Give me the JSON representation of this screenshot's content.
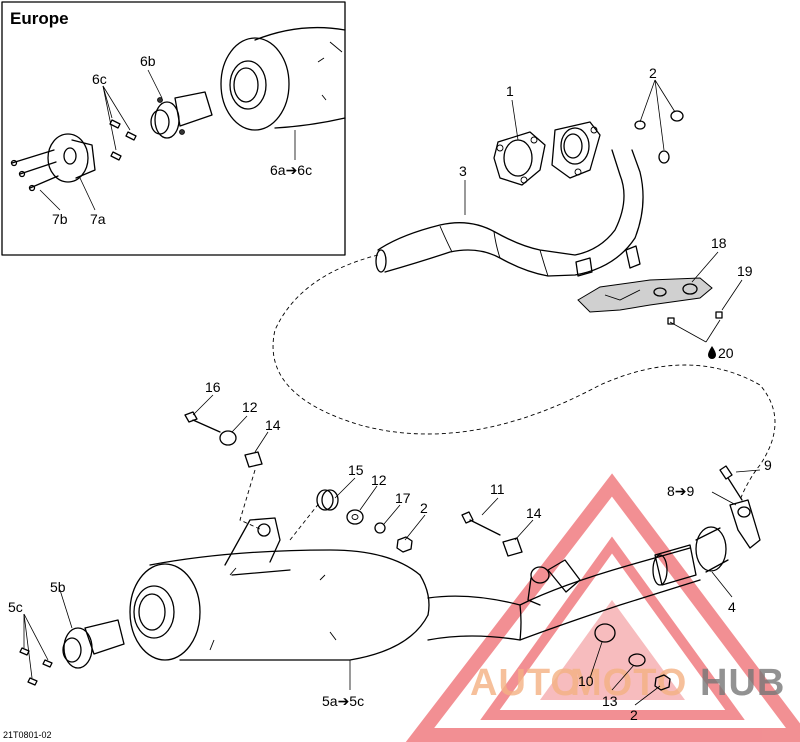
{
  "inset": {
    "title": "Europe"
  },
  "callouts": {
    "c1": "1",
    "c2_top": "2",
    "c2_mid": "2",
    "c2_bottom": "2",
    "c3": "3",
    "c4": "4",
    "c5a_5c": "5a➔5c",
    "c5b": "5b",
    "c5c": "5c",
    "c6a_6c": "6a➔6c",
    "c6b": "6b",
    "c6c": "6c",
    "c7a": "7a",
    "c7b": "7b",
    "c8_9": "8➔9",
    "c9": "9",
    "c10": "10",
    "c11": "11",
    "c12_a": "12",
    "c12_b": "12",
    "c13": "13",
    "c14_a": "14",
    "c14_b": "14",
    "c15": "15",
    "c16": "16",
    "c17": "17",
    "c18": "18",
    "c19": "19",
    "c20": "20"
  },
  "ref_code": "21T0801-02",
  "watermark": {
    "part1": "AUTO",
    "part2": "MOTO",
    "part3": "HUB",
    "color_primary": "#e8353b",
    "color_secondary": "#f4b183",
    "color_dark": "#777777"
  }
}
